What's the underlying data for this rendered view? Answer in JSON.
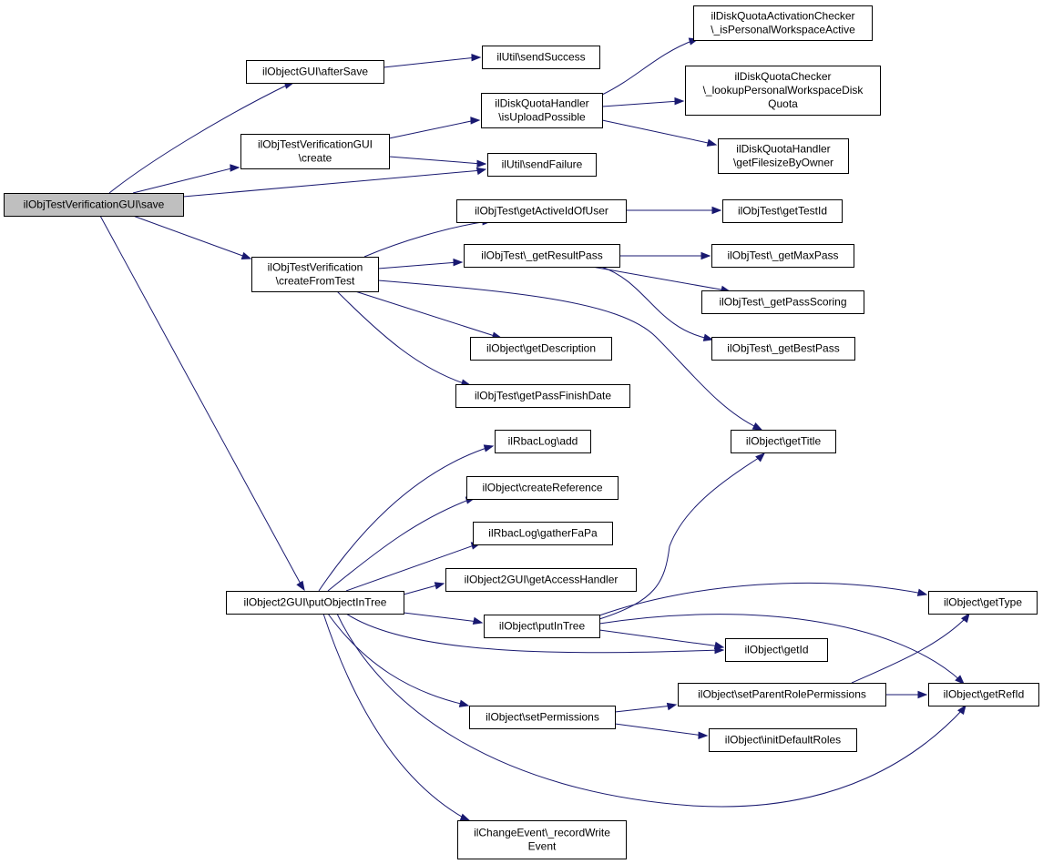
{
  "diagram": {
    "type": "call-graph",
    "colors": {
      "edge": "#191970",
      "node_fill": "#ffffff",
      "root_fill": "#bfbfbf",
      "border": "#000000"
    },
    "nodes": [
      {
        "id": "save",
        "lines": [
          "ilObjTestVerificationGUI\\save"
        ],
        "root": true
      },
      {
        "id": "afterSave",
        "lines": [
          "ilObjectGUI\\afterSave"
        ]
      },
      {
        "id": "sendSuccess",
        "lines": [
          "ilUtil\\sendSuccess"
        ]
      },
      {
        "id": "create",
        "lines": [
          "ilObjTestVerificationGUI",
          "\\create"
        ]
      },
      {
        "id": "isUpload",
        "lines": [
          "ilDiskQuotaHandler",
          "\\isUploadPossible"
        ]
      },
      {
        "id": "isPersonal",
        "lines": [
          "ilDiskQuotaActivationChecker",
          "\\_isPersonalWorkspaceActive"
        ]
      },
      {
        "id": "lookupPWD",
        "lines": [
          "ilDiskQuotaChecker",
          "\\_lookupPersonalWorkspaceDisk",
          "Quota"
        ]
      },
      {
        "id": "getFilesize",
        "lines": [
          "ilDiskQuotaHandler",
          "\\getFilesizeByOwner"
        ]
      },
      {
        "id": "sendFailure",
        "lines": [
          "ilUtil\\sendFailure"
        ]
      },
      {
        "id": "createFromTest",
        "lines": [
          "ilObjTestVerification",
          "\\createFromTest"
        ]
      },
      {
        "id": "getActiveId",
        "lines": [
          "ilObjTest\\getActiveIdOfUser"
        ]
      },
      {
        "id": "getTestId",
        "lines": [
          "ilObjTest\\getTestId"
        ]
      },
      {
        "id": "getResultPass",
        "lines": [
          "ilObjTest\\_getResultPass"
        ]
      },
      {
        "id": "getMaxPass",
        "lines": [
          "ilObjTest\\_getMaxPass"
        ]
      },
      {
        "id": "getPassScoring",
        "lines": [
          "ilObjTest\\_getPassScoring"
        ]
      },
      {
        "id": "getBestPass",
        "lines": [
          "ilObjTest\\_getBestPass"
        ]
      },
      {
        "id": "getDescription",
        "lines": [
          "ilObject\\getDescription"
        ]
      },
      {
        "id": "getPassFinish",
        "lines": [
          "ilObjTest\\getPassFinishDate"
        ]
      },
      {
        "id": "getTitle",
        "lines": [
          "ilObject\\getTitle"
        ]
      },
      {
        "id": "rbacAdd",
        "lines": [
          "ilRbacLog\\add"
        ]
      },
      {
        "id": "createRef",
        "lines": [
          "ilObject\\createReference"
        ]
      },
      {
        "id": "gatherFaPa",
        "lines": [
          "ilRbacLog\\gatherFaPa"
        ]
      },
      {
        "id": "getAccessH",
        "lines": [
          "ilObject2GUI\\getAccessHandler"
        ]
      },
      {
        "id": "putObjInTree",
        "lines": [
          "ilObject2GUI\\putObjectInTree"
        ]
      },
      {
        "id": "putInTree",
        "lines": [
          "ilObject\\putInTree"
        ]
      },
      {
        "id": "getType",
        "lines": [
          "ilObject\\getType"
        ]
      },
      {
        "id": "getId",
        "lines": [
          "ilObject\\getId"
        ]
      },
      {
        "id": "setParentRole",
        "lines": [
          "ilObject\\setParentRolePermissions"
        ]
      },
      {
        "id": "getRefId",
        "lines": [
          "ilObject\\getRefId"
        ]
      },
      {
        "id": "setPerms",
        "lines": [
          "ilObject\\setPermissions"
        ]
      },
      {
        "id": "initRoles",
        "lines": [
          "ilObject\\initDefaultRoles"
        ]
      },
      {
        "id": "recordWrite",
        "lines": [
          "ilChangeEvent\\_recordWrite",
          "Event"
        ]
      }
    ]
  }
}
